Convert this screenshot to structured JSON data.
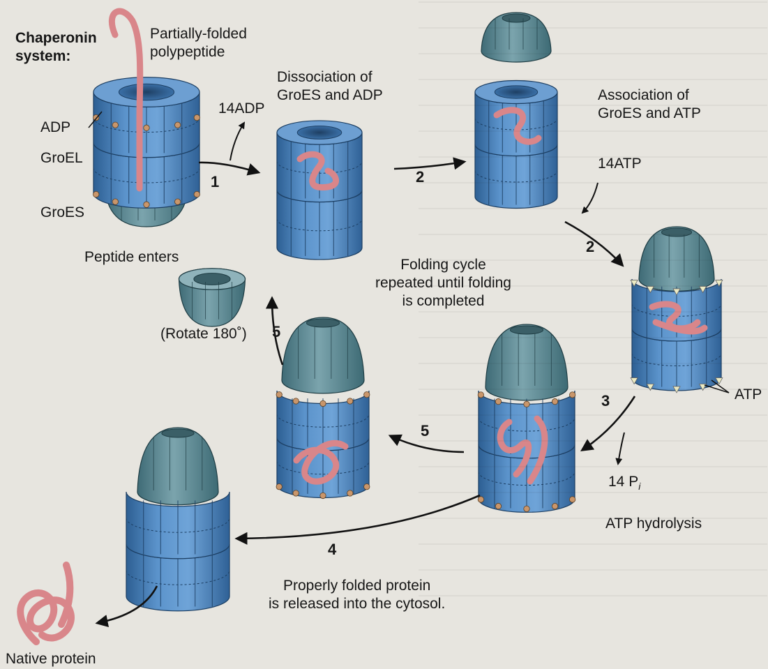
{
  "colors": {
    "page_background": "#e7e5df",
    "groel_barrel": "#4f86bf",
    "groel_dark": "#2d5f93",
    "groes_cap": "#5f8e98",
    "polypeptide": "#d9868a",
    "adp_atp_marker": "#c9966b",
    "atp_marker": "#ecebc4",
    "text": "#161616"
  },
  "labels": {
    "title": "Chaperonin\nsystem:",
    "partially_folded": "Partially-folded\npolypeptide",
    "adp": "ADP",
    "groel": "GroEL",
    "groes": "GroES",
    "peptide_enters": "Peptide enters",
    "adp_release": "14ADP",
    "dissociation": "Dissociation of\nGroES and ADP",
    "association": "Association of\nGroES and ATP",
    "atp_binding": "14ATP",
    "folding_cycle": "Folding cycle\nrepeated until folding\nis completed",
    "rotate": "(Rotate 180˚)",
    "atp": "ATP",
    "pi_release": "14 P",
    "pi_subscript": "i",
    "atp_hydrolysis": "ATP hydrolysis",
    "released": "Properly folded protein\nis released into the cytosol.",
    "native_protein": "Native protein"
  },
  "steps": {
    "s1": "1",
    "s2a": "2",
    "s2b": "2",
    "s3": "3",
    "s4": "4",
    "s5a": "5",
    "s5b": "5"
  },
  "icons": [
    "groel-barrel-icon",
    "groes-cap-icon",
    "polypeptide-icon",
    "native-protein-icon",
    "step-arrow-icon"
  ]
}
